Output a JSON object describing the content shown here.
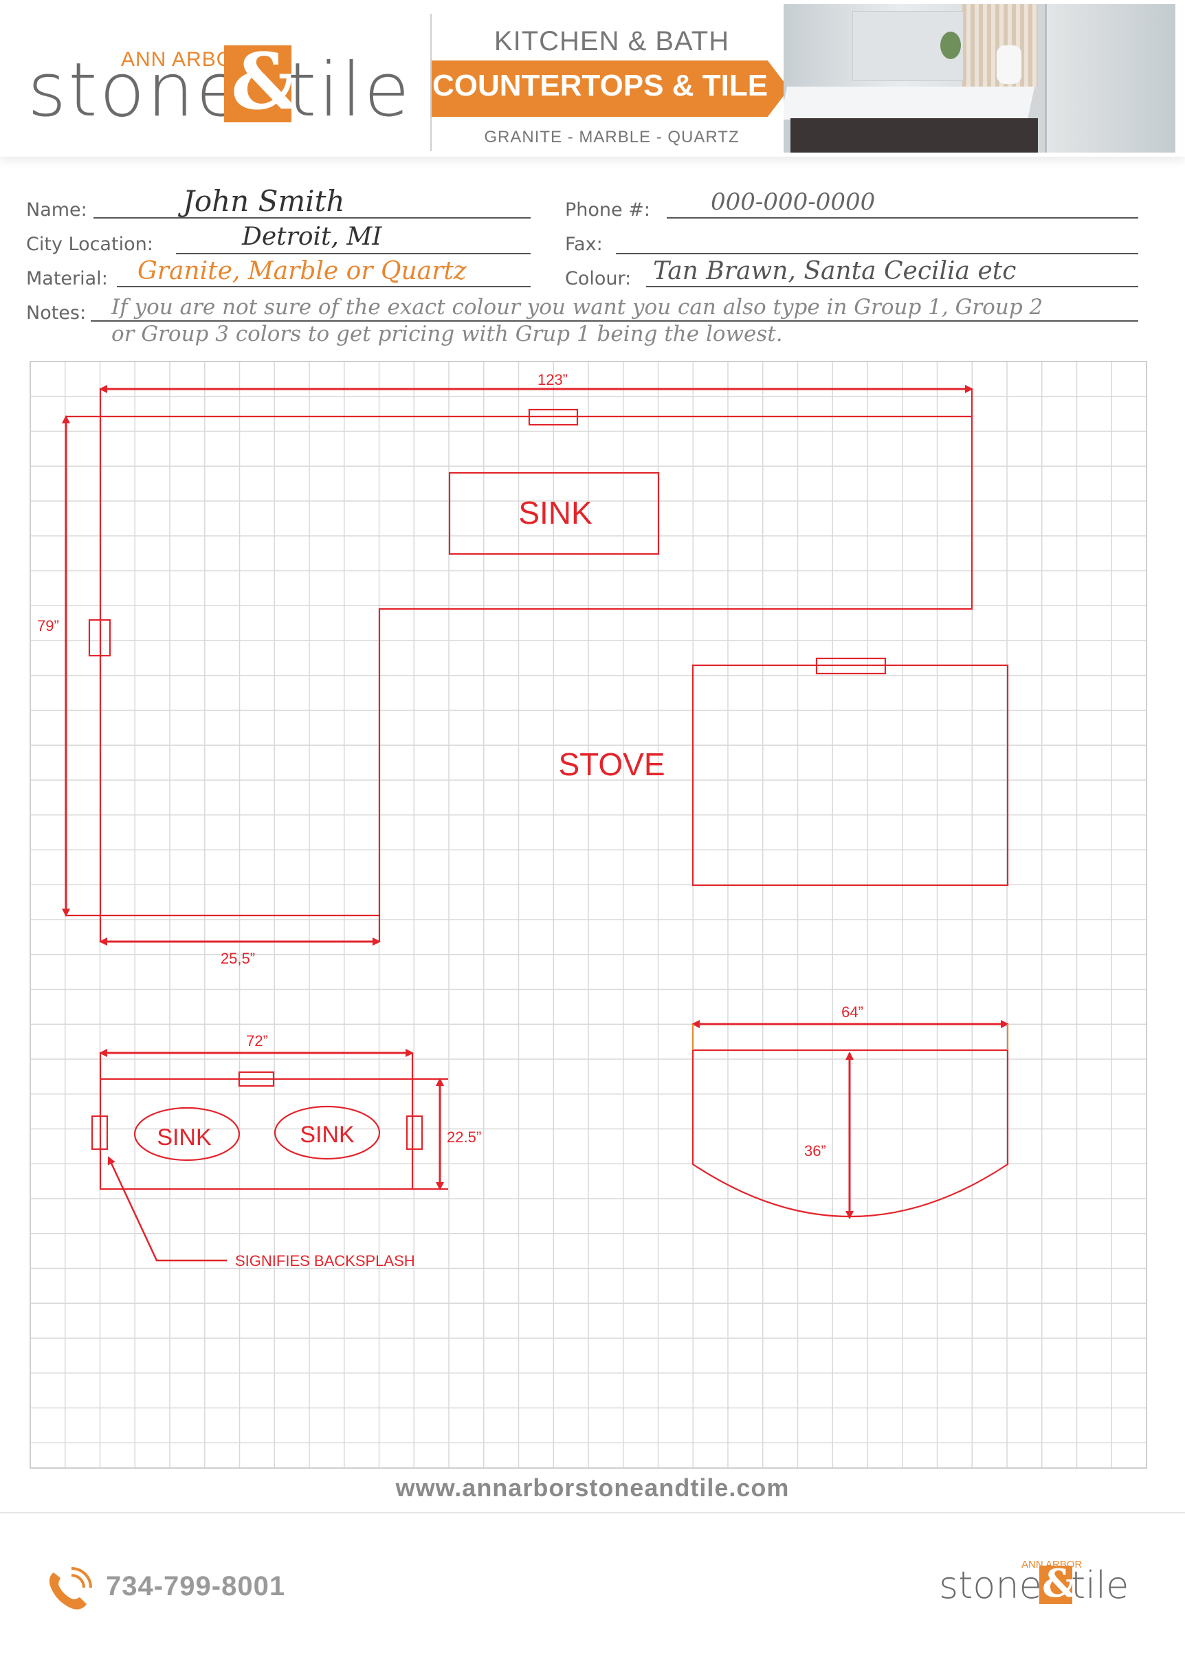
{
  "header": {
    "logo": {
      "ann_arbor": "ANN ARBOR",
      "stone": "stone",
      "amp": "&",
      "tile": "tile"
    },
    "title": "KITCHEN & BATH",
    "banner": "COUNTERTOPS & TILE",
    "subtitle": "GRANITE - MARBLE - QUARTZ"
  },
  "form": {
    "name": {
      "label": "Name:",
      "value": "John Smith"
    },
    "city": {
      "label": "City Location:",
      "value": "Detroit, MI"
    },
    "material": {
      "label": "Material:",
      "value": "Granite, Marble or Quartz"
    },
    "notes": {
      "label": "Notes:",
      "line1": "If you are not sure of the exact colour you want you can also type in Group 1, Group 2",
      "line2": "or Group 3 colors to get pricing with Grup 1 being the lowest."
    },
    "phone": {
      "label": "Phone #:",
      "value": "000-000-0000"
    },
    "fax": {
      "label": "Fax:",
      "value": ""
    },
    "colour": {
      "label": "Colour:",
      "value": "Tan Brawn, Santa Cecilia etc"
    }
  },
  "drawing": {
    "l_shape": {
      "width_label": "123”",
      "height_label": "79”",
      "leg_label": "25,5”",
      "sink_label": "SINK",
      "stove_label": "STOVE"
    },
    "vanity": {
      "width_label": "72”",
      "depth_label": "22.5”",
      "sink1_label": "SINK",
      "sink2_label": "SINK",
      "backsplash_note": "SIGNIFIES BACKSPLASH"
    },
    "half_round": {
      "width_label": "64”",
      "depth_label": "36”"
    }
  },
  "footer": {
    "url": "www.annarborstoneandtile.com",
    "phone": "734-799-8001",
    "logo": {
      "ann_arbor": "ANN ARBOR",
      "stone": "stone",
      "amp": "&",
      "tile": "tile"
    }
  },
  "colors": {
    "accent": "#e8872f",
    "drawing": "#e3242b",
    "grid": "#d9d9d9",
    "text": "#666666"
  }
}
